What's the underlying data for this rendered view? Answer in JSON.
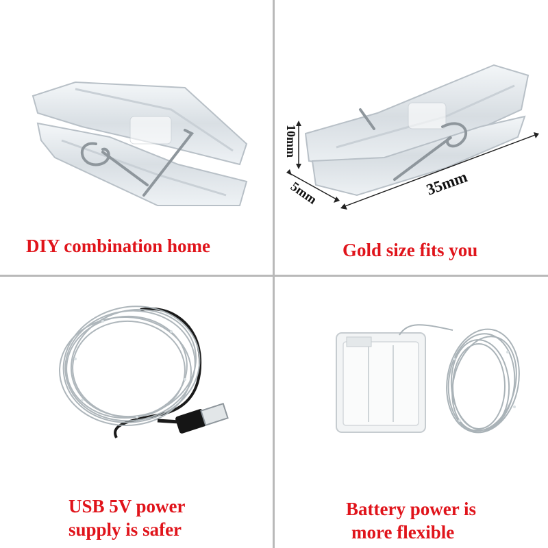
{
  "panels": {
    "top_left": {
      "caption": "DIY combination home",
      "image": "clear-clothespin-clip-icon"
    },
    "top_right": {
      "caption": "Gold size fits you",
      "image": "clip-with-dimensions-icon",
      "dimensions": {
        "height": "10mm",
        "width": "5mm",
        "length": "35mm"
      }
    },
    "bottom_left": {
      "caption_line1": "USB 5V power",
      "caption_line2": "supply is safer",
      "image": "usb-fairy-wire-icon"
    },
    "bottom_right": {
      "caption_line1": "Battery power is",
      "caption_line2": "more flexible",
      "image": "battery-box-fairy-wire-icon"
    }
  },
  "colors": {
    "caption": "#e0141b",
    "divider": "#b9b9b9",
    "background": "#ffffff"
  }
}
